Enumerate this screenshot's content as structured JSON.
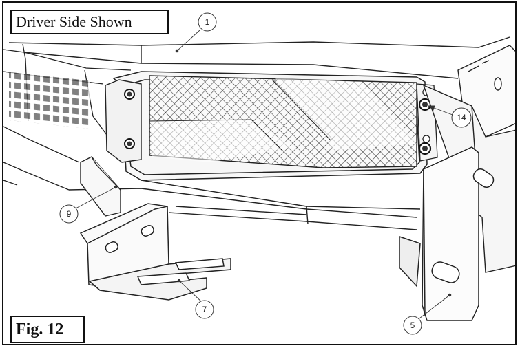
{
  "view_title": "Driver Side Shown",
  "figure_label": "Fig. 12",
  "callouts": {
    "c1": "1",
    "c14": "14",
    "c9": "9",
    "c7": "7",
    "c5": "5"
  }
}
